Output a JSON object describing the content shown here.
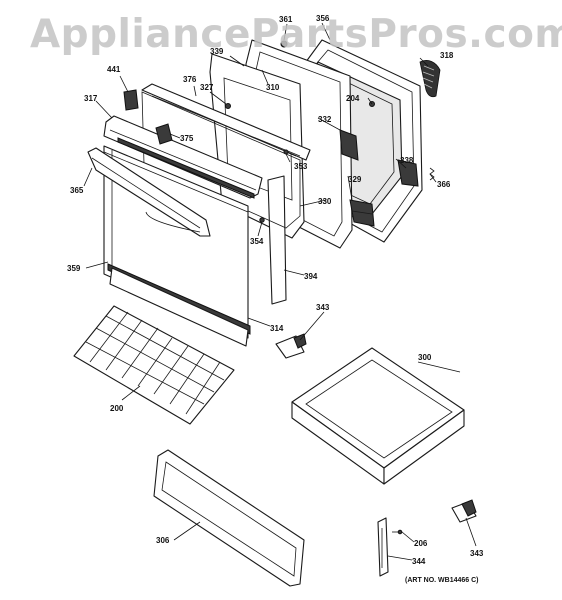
{
  "watermark": {
    "text": "AppliancePartsPros.com"
  },
  "art_number": "(ART NO. WB14466 C)",
  "parts": [
    {
      "id": "p361",
      "number": "361"
    },
    {
      "id": "p356",
      "number": "356"
    },
    {
      "id": "p339",
      "number": "339"
    },
    {
      "id": "p318",
      "number": "318"
    },
    {
      "id": "p441",
      "number": "441"
    },
    {
      "id": "p376",
      "number": "376"
    },
    {
      "id": "p327",
      "number": "327"
    },
    {
      "id": "p310",
      "number": "310"
    },
    {
      "id": "p317",
      "number": "317"
    },
    {
      "id": "p204",
      "number": "204"
    },
    {
      "id": "p375",
      "number": "375"
    },
    {
      "id": "p332",
      "number": "332"
    },
    {
      "id": "p353",
      "number": "353"
    },
    {
      "id": "p338",
      "number": "338"
    },
    {
      "id": "p365",
      "number": "365"
    },
    {
      "id": "p329",
      "number": "329"
    },
    {
      "id": "p366",
      "number": "366"
    },
    {
      "id": "p330",
      "number": "330"
    },
    {
      "id": "p354",
      "number": "354"
    },
    {
      "id": "p359",
      "number": "359"
    },
    {
      "id": "p394",
      "number": "394"
    },
    {
      "id": "p343a",
      "number": "343"
    },
    {
      "id": "p314",
      "number": "314"
    },
    {
      "id": "p300",
      "number": "300"
    },
    {
      "id": "p200",
      "number": "200"
    },
    {
      "id": "p306",
      "number": "306"
    },
    {
      "id": "p206",
      "number": "206"
    },
    {
      "id": "p344",
      "number": "344"
    },
    {
      "id": "p343b",
      "number": "343"
    }
  ]
}
